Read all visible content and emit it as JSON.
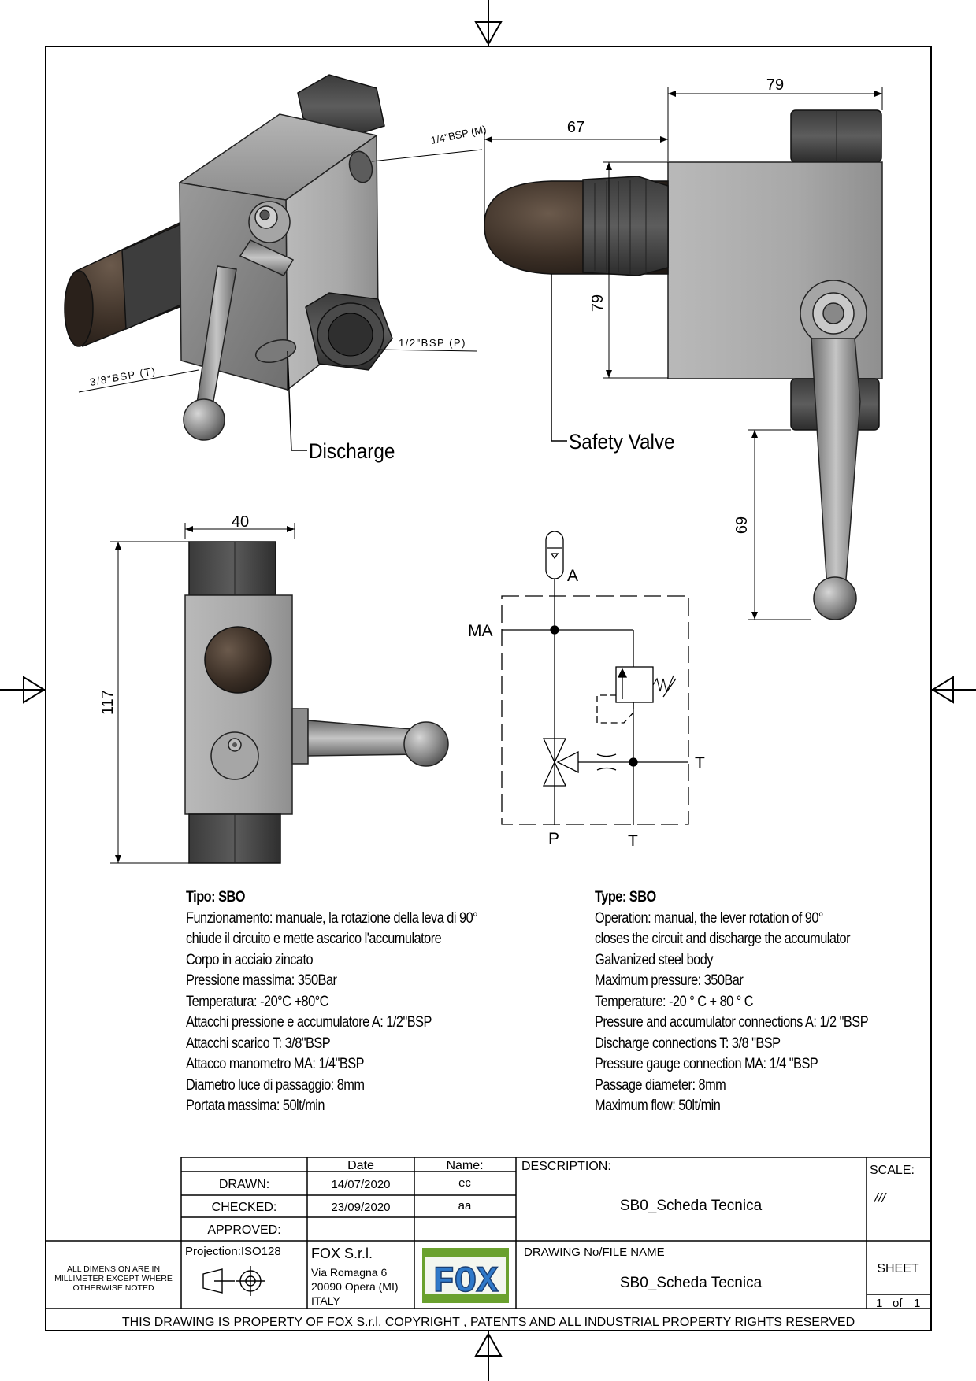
{
  "iso_view": {
    "port_m": "1/4\"BSP (M)",
    "port_p": "1/2\"BSP (P)",
    "port_t": "3/8\"BSP (T)",
    "discharge": "Discharge"
  },
  "side_view": {
    "dim_width_top": "79",
    "dim_cap": "67",
    "dim_height": "79",
    "dim_handle": "69",
    "safety_valve": "Safety Valve"
  },
  "front_view": {
    "dim_width": "40",
    "dim_height": "117"
  },
  "schematic": {
    "label_a": "A",
    "label_ma": "MA",
    "label_t_right": "T",
    "label_p": "P",
    "label_t_bottom": "T"
  },
  "spec_it": {
    "title": "Tipo: SBO",
    "lines": [
      "Funzionamento: manuale, la rotazione della leva di 90°",
      "chiude il circuito e mette ascarico l'accumulatore",
      "Corpo in acciaio zincato",
      "Pressione massima: 350Bar",
      "Temperatura: -20°C +80°C",
      "Attacchi pressione e accumulatore A: 1/2\"BSP",
      "Attacchi scarico T: 3/8\"BSP",
      "Attacco manometro MA: 1/4\"BSP",
      "Diametro luce di passaggio: 8mm",
      "Portata massima: 50lt/min"
    ]
  },
  "spec_en": {
    "title": "Type: SBO",
    "lines": [
      "Operation: manual, the lever rotation of 90°",
      "closes the circuit and discharge the accumulator",
      "Galvanized steel body",
      "Maximum pressure: 350Bar",
      "Temperature: -20 ° C + 80 ° C",
      "Pressure and accumulator connections A: 1/2 \"BSP",
      "Discharge connections T: 3/8 \"BSP",
      "Pressure gauge connection MA: 1/4 \"BSP",
      "Passage diameter: 8mm",
      "Maximum flow: 50lt/min"
    ]
  },
  "title_block": {
    "col_date": "Date",
    "col_name": "Name:",
    "drawn_label": "DRAWN:",
    "drawn_date": "14/07/2020",
    "drawn_name": "ec",
    "checked_label": "CHECKED:",
    "checked_date": "23/09/2020",
    "checked_name": "aa",
    "approved_label": "APPROVED:",
    "description_label": "DESCRIPTION:",
    "description_value": "SB0_Scheda Tecnica",
    "scale_label": "SCALE:",
    "scale_value": "///",
    "units_note_1": "ALL DIMENSION ARE IN",
    "units_note_2": "MILLIMETER EXCEPT WHERE",
    "units_note_3": "OTHERWISE NOTED",
    "projection": "Projection:ISO128",
    "company": "FOX S.r.l.",
    "address_1": "Via Romagna 6",
    "address_2": "20090 Opera (MI)",
    "address_3": "ITALY",
    "logo_text": "FOX",
    "drawing_no_label": "DRAWING No/FILE NAME",
    "drawing_no_value": "SB0_Scheda Tecnica",
    "sheet_label": "SHEET",
    "sheet_current": "1",
    "sheet_of": "of",
    "sheet_total": "1",
    "footer": "THIS DRAWING IS PROPERTY OF FOX S.r.l. COPYRIGHT , PATENTS AND ALL INDUSTRIAL PROPERTY RIGHTS RESERVED"
  }
}
